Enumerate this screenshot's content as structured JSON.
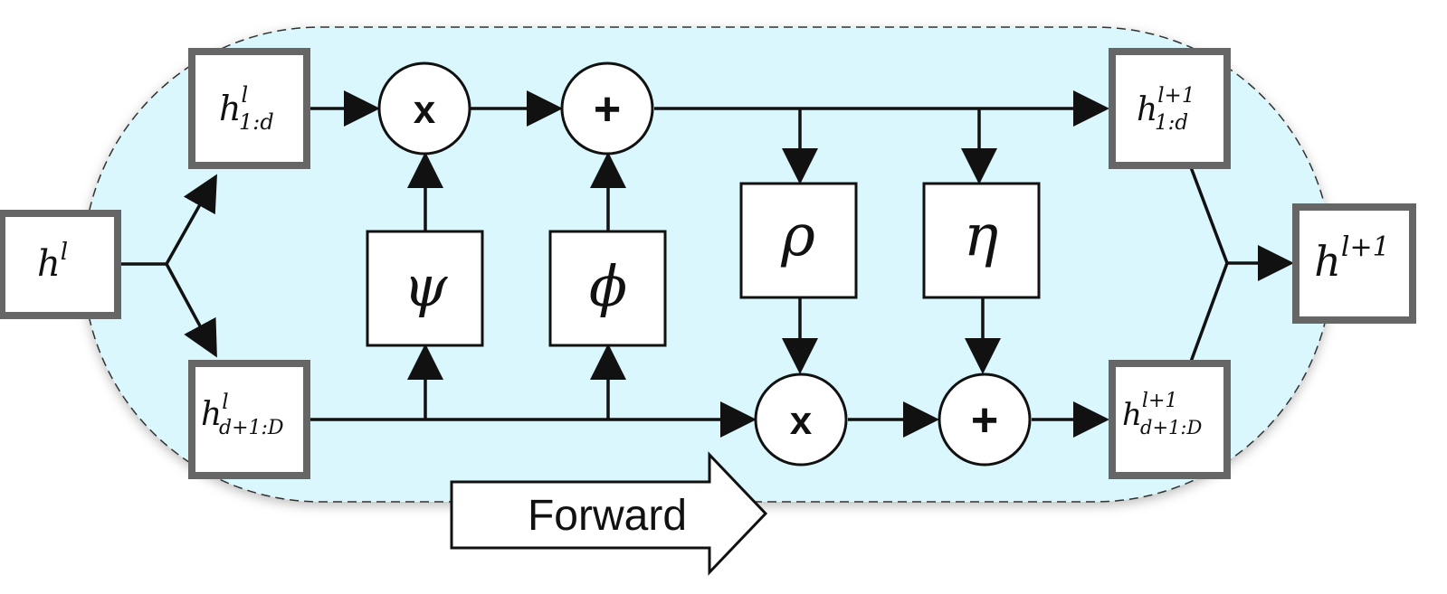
{
  "colors": {
    "background_region": "#d9f7fc",
    "box_border_gray": "#666666",
    "ink": "#111111"
  },
  "nodes": {
    "h_l": {
      "base": "h",
      "sup": "l",
      "sub": ""
    },
    "h_top": {
      "base": "h",
      "sup": "l",
      "sub": "1:d"
    },
    "h_bottom": {
      "base": "h",
      "sup": "l",
      "sub": "d+1:D"
    },
    "h_out_top": {
      "base": "h",
      "sup": "l+1",
      "sub": "1:d"
    },
    "h_out_bottom": {
      "base": "h",
      "sup": "l+1",
      "sub": "d+1:D"
    },
    "h_out": {
      "base": "h",
      "sup": "l+1",
      "sub": ""
    }
  },
  "functions": {
    "psi": "ψ",
    "phi": "ϕ",
    "rho": "ρ",
    "eta": "η"
  },
  "operators": {
    "mul_top": "x",
    "add_top": "+",
    "mul_bottom": "x",
    "add_bottom": "+"
  },
  "direction_label": "Forward"
}
